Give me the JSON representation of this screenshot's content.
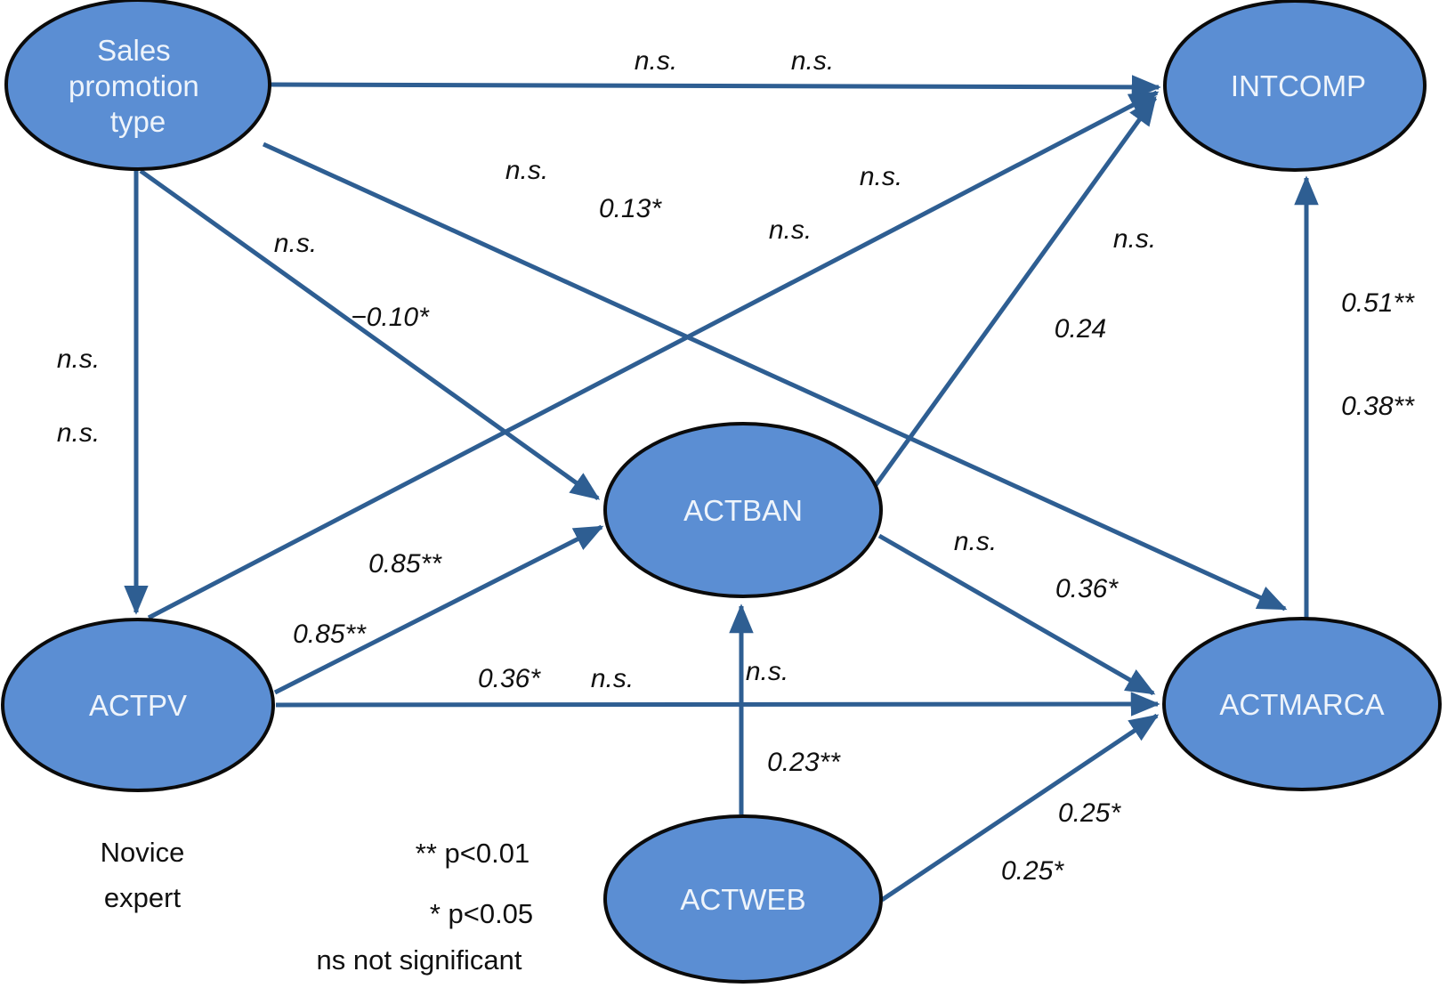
{
  "colors": {
    "node_fill": "#5b8ed3",
    "node_border": "#0b0b0b",
    "edge": "#2e5e92",
    "node_text": "#eef4fb",
    "label_text": "#101010"
  },
  "nodes": {
    "sales_promotion": {
      "label": "Sales promotion type",
      "lines": [
        "Sales",
        "promotion",
        "type"
      ]
    },
    "intcomp": {
      "label": "INTCOMP"
    },
    "actban": {
      "label": "ACTBAN"
    },
    "actpv": {
      "label": "ACTPV"
    },
    "actmarca": {
      "label": "ACTMARCA"
    },
    "actweb": {
      "label": "ACTWEB"
    }
  },
  "edges": {
    "sp_intcomp": {
      "from": "sales_promotion",
      "to": "intcomp",
      "labels": [
        "n.s.",
        "n.s."
      ]
    },
    "sp_actpv": {
      "from": "sales_promotion",
      "to": "actpv",
      "labels": [
        "n.s.",
        "n.s."
      ]
    },
    "sp_actban": {
      "from": "sales_promotion",
      "to": "actban",
      "labels": [
        "n.s.",
        "−0.10*"
      ]
    },
    "sp_actmarca": {
      "from": "sales_promotion",
      "to": "actmarca",
      "labels": [
        "n.s.",
        "0.13*"
      ]
    },
    "actpv_intcomp": {
      "from": "actpv",
      "to": "intcomp",
      "labels": [
        "n.s.",
        "n.s."
      ]
    },
    "actpv_actban": {
      "from": "actpv",
      "to": "actban",
      "labels": [
        "0.85**",
        "0.85**"
      ]
    },
    "actpv_actmarca": {
      "from": "actpv",
      "to": "actmarca",
      "labels": [
        "0.36*",
        "n.s."
      ]
    },
    "actban_intcomp": {
      "from": "actban",
      "to": "intcomp",
      "labels": [
        "n.s.",
        "0.24"
      ]
    },
    "actban_actmarca": {
      "from": "actban",
      "to": "actmarca",
      "labels": [
        "n.s.",
        "0.36*"
      ]
    },
    "actweb_actban": {
      "from": "actweb",
      "to": "actban",
      "labels": [
        "n.s.",
        "0.23**"
      ]
    },
    "actweb_actmarca": {
      "from": "actweb",
      "to": "actmarca",
      "labels": [
        "0.25*",
        "0.25*"
      ]
    },
    "actmarca_intcomp": {
      "from": "actmarca",
      "to": "intcomp",
      "labels": [
        "0.51**",
        "0.38**"
      ]
    }
  },
  "legend": {
    "groups": [
      "Novice",
      "expert"
    ],
    "items": [
      "** p<0.01",
      "* p<0.05",
      "ns not significant"
    ]
  }
}
